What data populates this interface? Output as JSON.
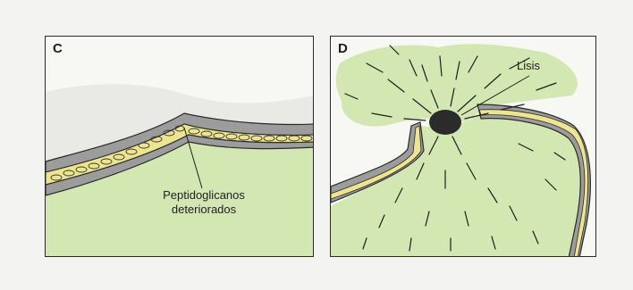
{
  "panels": [
    {
      "letter": "C",
      "labels": [
        "Peptidoglicanos",
        "deteriorados"
      ]
    },
    {
      "letter": "D",
      "labels": [
        "Lisis"
      ]
    }
  ],
  "colors": {
    "cytoplasm": "#d3e7b3",
    "peptidoglycan": "#ece58e",
    "membrane": "#9a9a9a",
    "outline": "#2a2a2a",
    "background": "#f7f7f4"
  }
}
